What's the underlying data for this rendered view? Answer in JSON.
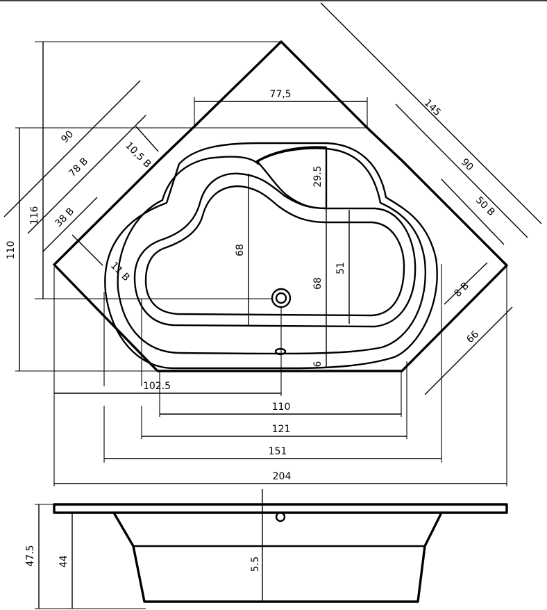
{
  "diagram": {
    "subject": "Corner bathtub technical drawing",
    "units": "cm",
    "line_color": "#000000",
    "background_color": "#ffffff"
  },
  "top_view": {
    "dimensions": {
      "overall_width": "204",
      "outer_basin_width": "151",
      "inner_basin_width": "121",
      "bottom_width": "110",
      "drain_offset": "102.5",
      "total_depth": "110",
      "depth_116": "116",
      "inner_depth_left": "68",
      "inner_depth_right": "68",
      "seat_depth": "51",
      "headrest_depth": "29.5",
      "rim_offset": "6",
      "top_edge": "77,5",
      "diagonal_145": "145",
      "diagonal_right_90": "90",
      "right_50": "50 B",
      "right_8": "8 B",
      "right_66": "66",
      "diagonal_left_90": "90",
      "left_78": "78 B",
      "left_10_5": "10,5 B",
      "left_38": "38 B",
      "left_11": "11 B"
    }
  },
  "side_view": {
    "dimensions": {
      "total_height": "47.5",
      "basin_height": "44",
      "rim_height": "5.5"
    }
  }
}
